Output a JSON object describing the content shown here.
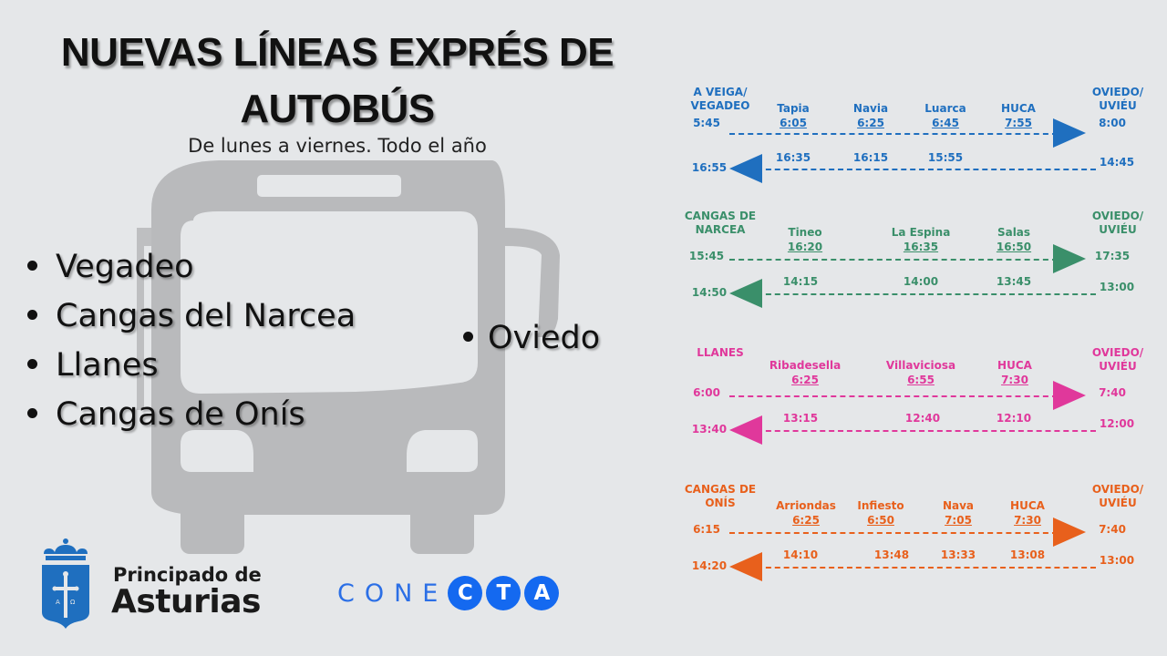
{
  "header": {
    "title_line1": "NUEVAS LÍNEAS EXPRÉS DE",
    "title_line2": "AUTOBÚS",
    "subtitle": "De lunes a viernes. Todo el año"
  },
  "origins": [
    "Vegadeo",
    "Cangas del Narcea",
    "Llanes",
    "Cangas de Onís"
  ],
  "destination": "Oviedo",
  "logos": {
    "asturias_line1": "Principado de",
    "asturias_line2": "Asturias",
    "conecta_plain": "CONE",
    "conecta_circles": [
      "C",
      "T",
      "A"
    ]
  },
  "colors": {
    "background": "#e5e7e9",
    "bus_silhouette": "#b9babc",
    "route_vegadeo": "#1f6fbf",
    "route_cangas_narcea": "#3a8f6a",
    "route_llanes": "#e0389b",
    "route_cangas_onis": "#e8601c",
    "conecta_blue": "#1469f0",
    "asturias_blue": "#1f6fbf"
  },
  "routes": [
    {
      "name": "vegadeo",
      "origin_line1": "A VEIGA/",
      "origin_line2": "VEGADEO",
      "origin_time_out": "5:45",
      "origin_time_back": "16:55",
      "dest_line1": "OVIEDO/",
      "dest_line2": "UVIÉU",
      "dest_time_out": "8:00",
      "dest_time_back": "14:45",
      "stops": [
        {
          "name": "Tapia",
          "out": "6:05",
          "back": "16:35"
        },
        {
          "name": "Navia",
          "out": "6:25",
          "back": "16:15"
        },
        {
          "name": "Luarca",
          "out": "6:45",
          "back": "15:55"
        },
        {
          "name": "HUCA",
          "out": "7:55",
          "back": ""
        }
      ]
    },
    {
      "name": "cangas-del-narcea",
      "origin_line1": "CANGAS DE",
      "origin_line2": "NARCEA",
      "origin_time_out": "15:45",
      "origin_time_back": "14:50",
      "dest_line1": "OVIEDO/",
      "dest_line2": "UVIÉU",
      "dest_time_out": "17:35",
      "dest_time_back": "13:00",
      "stops": [
        {
          "name": "Tineo",
          "out": "16:20",
          "back": "14:15"
        },
        {
          "name": "La Espina",
          "out": "16:35",
          "back": "14:00"
        },
        {
          "name": "Salas",
          "out": "16:50",
          "back": "13:45"
        }
      ]
    },
    {
      "name": "llanes",
      "origin_line1": "LLANES",
      "origin_line2": "",
      "origin_time_out": "6:00",
      "origin_time_back": "13:40",
      "dest_line1": "OVIEDO/",
      "dest_line2": "UVIÉU",
      "dest_time_out": "7:40",
      "dest_time_back": "12:00",
      "stops": [
        {
          "name": "Ribadesella",
          "out": "6:25",
          "back": "13:15"
        },
        {
          "name": "Villaviciosa",
          "out": "6:55",
          "back": "12:40"
        },
        {
          "name": "HUCA",
          "out": "7:30",
          "back": "12:10"
        }
      ]
    },
    {
      "name": "cangas-de-onis",
      "origin_line1": "CANGAS DE",
      "origin_line2": "ONÍS",
      "origin_time_out": "6:15",
      "origin_time_back": "14:20",
      "dest_line1": "OVIEDO/",
      "dest_line2": "UVIÉU",
      "dest_time_out": "7:40",
      "dest_time_back": "13:00",
      "stops": [
        {
          "name": "Arriondas",
          "out": "6:25",
          "back": "14:10"
        },
        {
          "name": "Infiesto",
          "out": "6:50",
          "back": "13:48"
        },
        {
          "name": "Nava",
          "out": "7:05",
          "back": "13:33"
        },
        {
          "name": "HUCA",
          "out": "7:30",
          "back": "13:08"
        }
      ]
    }
  ]
}
